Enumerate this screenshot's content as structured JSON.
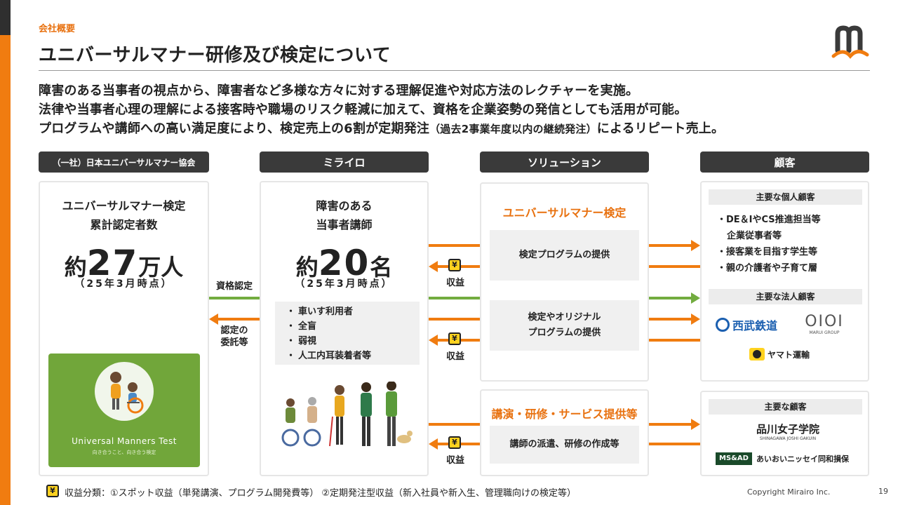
{
  "header": {
    "section": "会社概要",
    "title": "ユニバーサルマナー研修及び検定について"
  },
  "lead": [
    "障害のある当事者の視点から、障害者など多様な方々に対する理解促進や対応方法のレクチャーを実施。",
    "法律や当事者心理の理解による接客時や職場のリスク軽減に加えて、資格を企業姿勢の発信としても活用が可能。",
    "プログラムや講師への高い満足度により、検定売上の6割が定期発注",
    "（過去2事業年度以内の継続発注）",
    "によるリピート売上。"
  ],
  "columns": {
    "association": "（一社）日本ユニバーサルマナー協会",
    "mirairo": "ミライロ",
    "solution": "ソリューション",
    "customers": "顧客"
  },
  "association_panel": {
    "title_line1": "ユニバーサルマナー検定",
    "title_line2": "累計認定者数",
    "prefix": "約",
    "number": "27",
    "unit": "万人",
    "as_of": "（25年3月時点）",
    "card_title": "Universal Manners Test",
    "card_sub": "向き合うこと、向き合う検定"
  },
  "flows": {
    "qualification": "資格認定",
    "consignment_line1": "認定の",
    "consignment_line2": "委託等",
    "revenue": "収益",
    "yen": "¥"
  },
  "mirairo_panel": {
    "title_line1": "障害のある",
    "title_line2": "当事者講師",
    "prefix": "約",
    "number": "20",
    "unit": "名",
    "as_of": "（25年3月時点）",
    "bullets": [
      "車いす利用者",
      "全盲",
      "弱視",
      "人工内耳装着者等"
    ]
  },
  "solution_top": {
    "title": "ユニバーサルマナー検定",
    "item1": "検定プログラムの提供",
    "item2_line1": "検定やオリジナル",
    "item2_line2": "プログラムの提供"
  },
  "solution_bottom": {
    "title": "講演・研修・サービス提供等",
    "item1": "講師の派遣、研修の作成等"
  },
  "customers_top": {
    "individual_title": "主要な個人顧客",
    "individual_items": [
      "・DE＆IやCS推進担当等",
      "企業従事者等",
      "・接客業を目指す学生等",
      "・親の介護者や子育て層"
    ],
    "corporate_title": "主要な法人顧客",
    "logo_seibu": "西武鉄道",
    "logo_marui": "OIOI",
    "logo_marui_sub": "MARUI GROUP",
    "logo_yamato": "ヤマト運輸"
  },
  "customers_bottom": {
    "title": "主要な顧客",
    "logo_shinagawa": "品川女子学院",
    "logo_shinagawa_sub": "SHINAGAWA JOSHI GAKUIN",
    "logo_msad": "MS&AD",
    "logo_aioi": "あいおいニッセイ同和損保"
  },
  "footer": {
    "note": "収益分類：①スポット収益（単発講演、プログラム開発費等） ②定期発注型収益（新入社員や新入生、管理職向けの検定等）",
    "copyright": "Copyright Mirairo Inc.",
    "page": "19"
  },
  "colors": {
    "accent": "#f07c10",
    "green": "#72ac3f",
    "header_bg": "#3a3a3a",
    "yen_bg": "#ffd21f"
  }
}
